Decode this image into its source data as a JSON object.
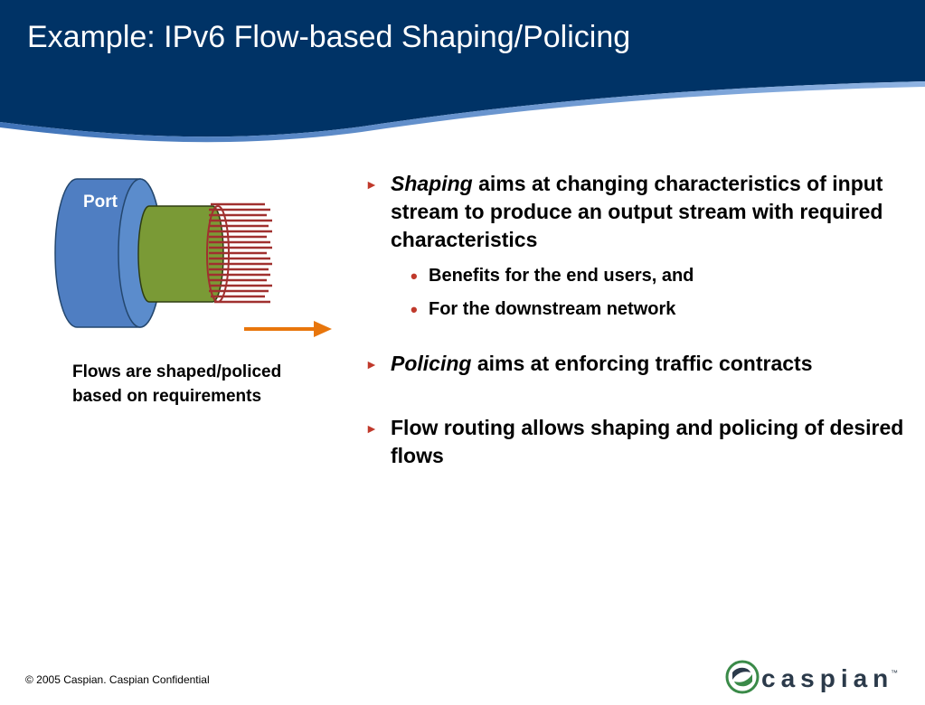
{
  "slide": {
    "title": "Example: IPv6 Flow-based Shaping/Policing"
  },
  "diagram": {
    "port_label": "Port",
    "caption": "Flows are shaped/policed based on requirements"
  },
  "bullets": [
    {
      "lead": "Shaping",
      "text": " aims at changing characteristics of input stream to produce an output stream with required characteristics",
      "subitems": [
        "Benefits for the end users, and",
        "For the downstream network"
      ]
    },
    {
      "lead": "Policing",
      "text": " aims at enforcing traffic contracts"
    },
    {
      "lead": "",
      "text": "Flow routing allows shaping and policing of desired flows"
    }
  ],
  "footer": {
    "copyright": "© 2005 Caspian. Caspian Confidential",
    "logo_text": "caspian",
    "trademark": "™"
  },
  "colors": {
    "banner": "#003366",
    "banner_curve": "#4a7fc1",
    "port_blue": "#4f7ec2",
    "flow_green": "#7a9a36",
    "flow_red": "#a0302f",
    "arrow_orange": "#e8760c",
    "bullet_accent": "#c0392b",
    "logo_green": "#3a8a48"
  }
}
